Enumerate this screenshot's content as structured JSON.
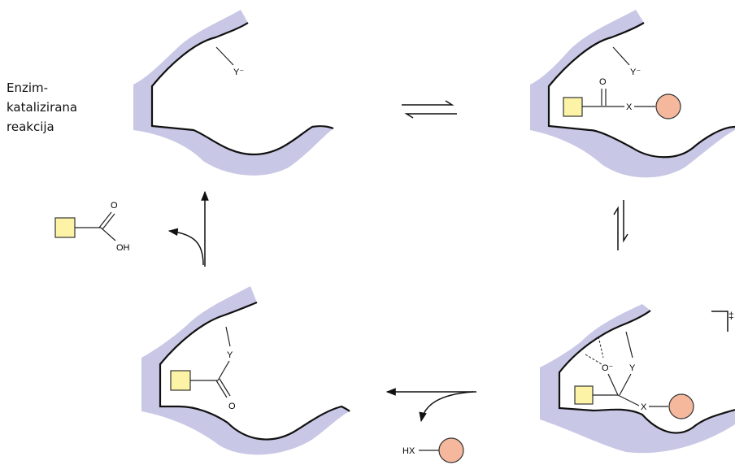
{
  "caption": {
    "line1": "Enzim-",
    "line2": "katalizirana",
    "line3": "reakcija"
  },
  "labels": {
    "y_minus": "Y⁻",
    "y": "Y",
    "x": "X",
    "o": "O",
    "oh": "OH",
    "o_minus": "O⁻",
    "hx": "HX",
    "transition_mark": "‡"
  },
  "colors": {
    "enzyme": "#c9c7e6",
    "substrate_square": "#fdf3a6",
    "leaving_group_circle": "#f6b89d"
  }
}
